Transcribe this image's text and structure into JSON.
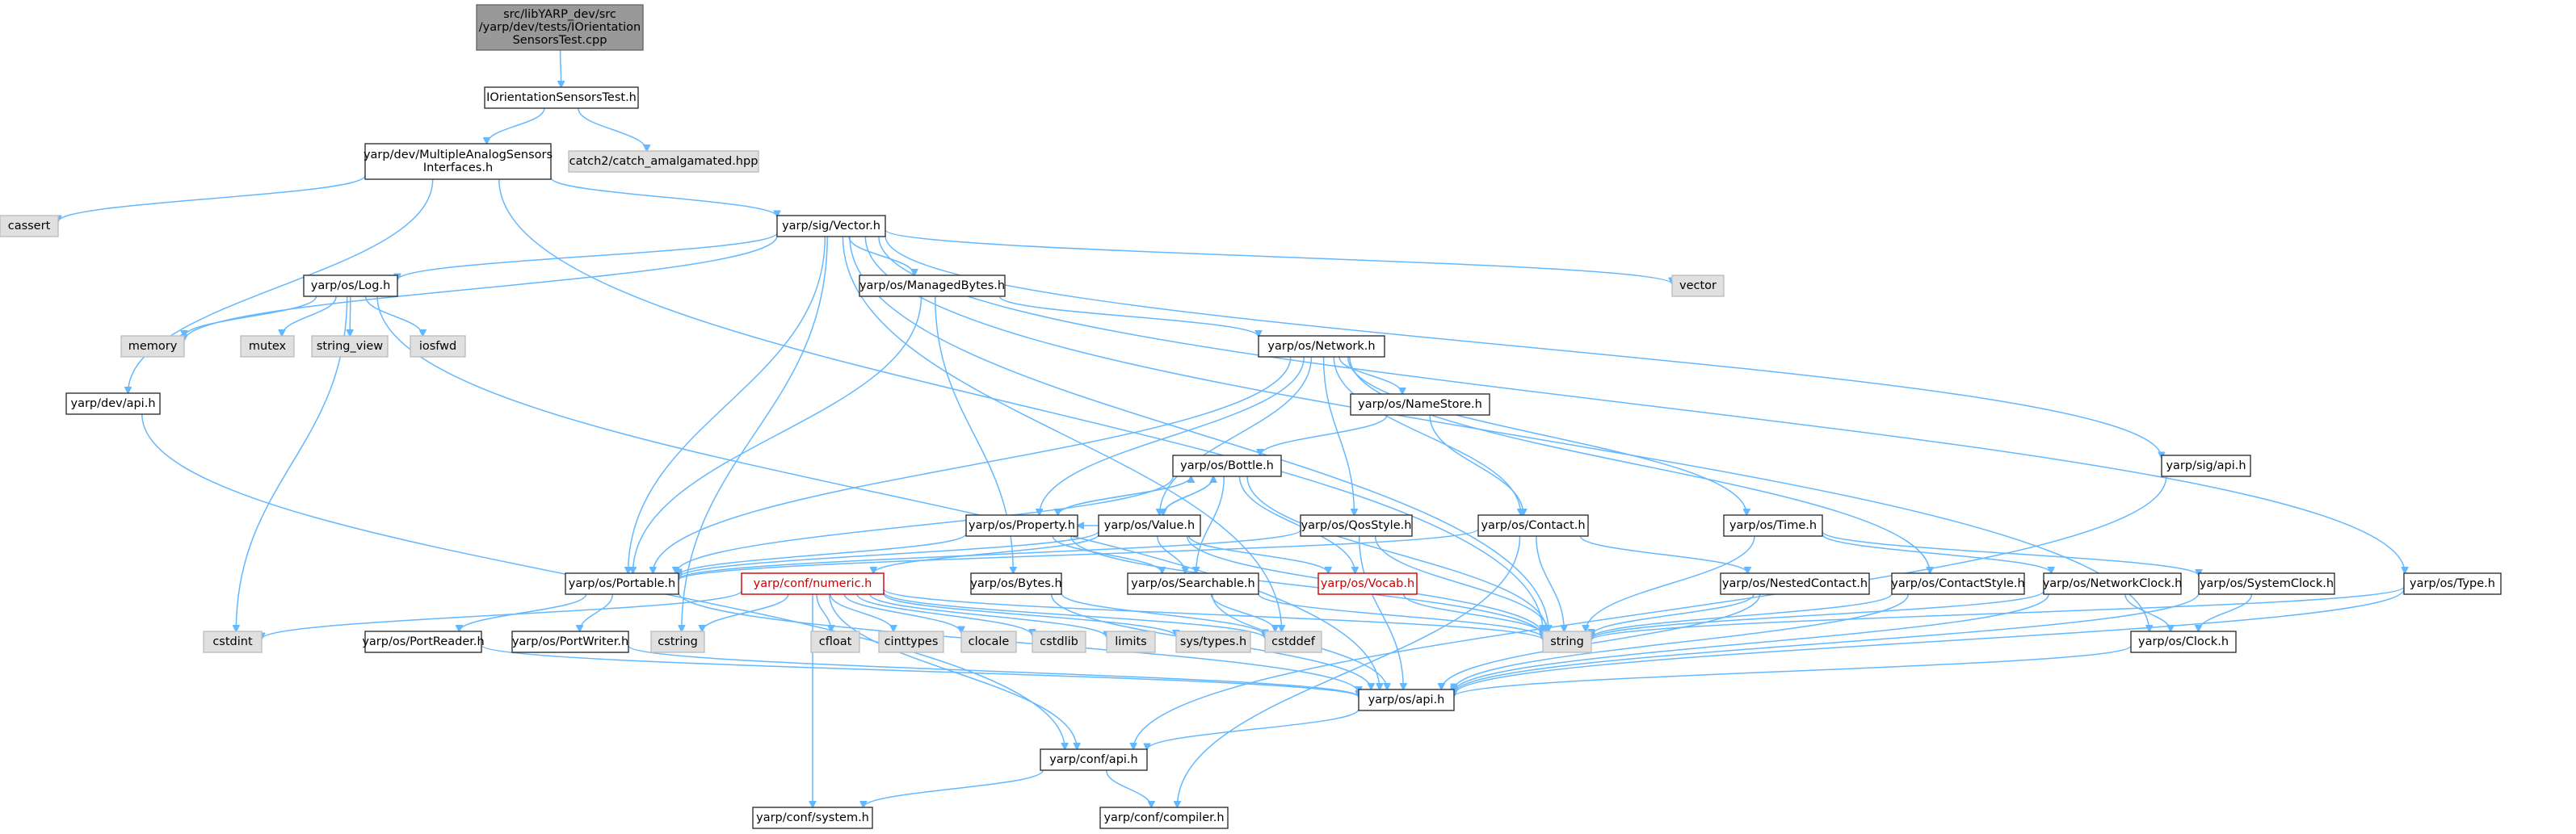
{
  "graph": {
    "colors": {
      "edge": "#63b8ff",
      "node_border": "#333333",
      "system_fill": "#e0e0e0",
      "root_fill": "#999999",
      "alert_text": "#cc0000"
    },
    "nodes": [
      {
        "id": "root",
        "kind": "root",
        "lines": [
          "src/libYARP_dev/src",
          "/yarp/dev/tests/IOrientation",
          "SensorsTest.cpp"
        ]
      },
      {
        "id": "iost",
        "kind": "normal",
        "lines": [
          "IOrientationSensorsTest.h"
        ]
      },
      {
        "id": "catch",
        "kind": "system",
        "lines": [
          "catch2/catch_amalgamated.hpp"
        ]
      },
      {
        "id": "masi",
        "kind": "normal",
        "lines": [
          "yarp/dev/MultipleAnalogSensors",
          "Interfaces.h"
        ]
      },
      {
        "id": "cassert",
        "kind": "system",
        "lines": [
          "cassert"
        ]
      },
      {
        "id": "vector_h",
        "kind": "normal",
        "lines": [
          "yarp/sig/Vector.h"
        ]
      },
      {
        "id": "devapi",
        "kind": "normal",
        "lines": [
          "yarp/dev/api.h"
        ]
      },
      {
        "id": "log",
        "kind": "normal",
        "lines": [
          "yarp/os/Log.h"
        ]
      },
      {
        "id": "memory",
        "kind": "system",
        "lines": [
          "memory"
        ]
      },
      {
        "id": "mutex",
        "kind": "system",
        "lines": [
          "mutex"
        ]
      },
      {
        "id": "string_view",
        "kind": "system",
        "lines": [
          "string_view"
        ]
      },
      {
        "id": "iosfwd",
        "kind": "system",
        "lines": [
          "iosfwd"
        ]
      },
      {
        "id": "managed",
        "kind": "normal",
        "lines": [
          "yarp/os/ManagedBytes.h"
        ]
      },
      {
        "id": "vector",
        "kind": "system",
        "lines": [
          "vector"
        ]
      },
      {
        "id": "sigapi",
        "kind": "normal",
        "lines": [
          "yarp/sig/api.h"
        ]
      },
      {
        "id": "network",
        "kind": "normal",
        "lines": [
          "yarp/os/Network.h"
        ]
      },
      {
        "id": "namestore",
        "kind": "normal",
        "lines": [
          "yarp/os/NameStore.h"
        ]
      },
      {
        "id": "bottle",
        "kind": "normal",
        "lines": [
          "yarp/os/Bottle.h"
        ]
      },
      {
        "id": "property",
        "kind": "normal",
        "lines": [
          "yarp/os/Property.h"
        ]
      },
      {
        "id": "value",
        "kind": "normal",
        "lines": [
          "yarp/os/Value.h"
        ]
      },
      {
        "id": "qos",
        "kind": "normal",
        "lines": [
          "yarp/os/QosStyle.h"
        ]
      },
      {
        "id": "contact",
        "kind": "normal",
        "lines": [
          "yarp/os/Contact.h"
        ]
      },
      {
        "id": "time",
        "kind": "normal",
        "lines": [
          "yarp/os/Time.h"
        ]
      },
      {
        "id": "portable",
        "kind": "normal",
        "lines": [
          "yarp/os/Portable.h"
        ]
      },
      {
        "id": "numeric",
        "kind": "alert",
        "lines": [
          "yarp/conf/numeric.h"
        ]
      },
      {
        "id": "bytes",
        "kind": "normal",
        "lines": [
          "yarp/os/Bytes.h"
        ]
      },
      {
        "id": "searchable",
        "kind": "normal",
        "lines": [
          "yarp/os/Searchable.h"
        ]
      },
      {
        "id": "vocab",
        "kind": "alert",
        "lines": [
          "yarp/os/Vocab.h"
        ]
      },
      {
        "id": "nestedcontact",
        "kind": "normal",
        "lines": [
          "yarp/os/NestedContact.h"
        ]
      },
      {
        "id": "contactstyle",
        "kind": "normal",
        "lines": [
          "yarp/os/ContactStyle.h"
        ]
      },
      {
        "id": "networkclock",
        "kind": "normal",
        "lines": [
          "yarp/os/NetworkClock.h"
        ]
      },
      {
        "id": "systemclock",
        "kind": "normal",
        "lines": [
          "yarp/os/SystemClock.h"
        ]
      },
      {
        "id": "type",
        "kind": "normal",
        "lines": [
          "yarp/os/Type.h"
        ]
      },
      {
        "id": "cstdint",
        "kind": "system",
        "lines": [
          "cstdint"
        ]
      },
      {
        "id": "portreader",
        "kind": "normal",
        "lines": [
          "yarp/os/PortReader.h"
        ]
      },
      {
        "id": "portwriter",
        "kind": "normal",
        "lines": [
          "yarp/os/PortWriter.h"
        ]
      },
      {
        "id": "cstring",
        "kind": "system",
        "lines": [
          "cstring"
        ]
      },
      {
        "id": "cfloat",
        "kind": "system",
        "lines": [
          "cfloat"
        ]
      },
      {
        "id": "cinttypes",
        "kind": "system",
        "lines": [
          "cinttypes"
        ]
      },
      {
        "id": "clocale",
        "kind": "system",
        "lines": [
          "clocale"
        ]
      },
      {
        "id": "cstdlib",
        "kind": "system",
        "lines": [
          "cstdlib"
        ]
      },
      {
        "id": "limits",
        "kind": "system",
        "lines": [
          "limits"
        ]
      },
      {
        "id": "systypes",
        "kind": "system",
        "lines": [
          "sys/types.h"
        ]
      },
      {
        "id": "cstddef",
        "kind": "system",
        "lines": [
          "cstddef"
        ]
      },
      {
        "id": "string",
        "kind": "system",
        "lines": [
          "string"
        ]
      },
      {
        "id": "clock",
        "kind": "normal",
        "lines": [
          "yarp/os/Clock.h"
        ]
      },
      {
        "id": "osapi",
        "kind": "normal",
        "lines": [
          "yarp/os/api.h"
        ]
      },
      {
        "id": "confapi",
        "kind": "normal",
        "lines": [
          "yarp/conf/api.h"
        ]
      },
      {
        "id": "system",
        "kind": "normal",
        "lines": [
          "yarp/conf/system.h"
        ]
      },
      {
        "id": "compiler",
        "kind": "normal",
        "lines": [
          "yarp/conf/compiler.h"
        ]
      }
    ],
    "edges": [
      [
        "root",
        "iost"
      ],
      [
        "iost",
        "masi"
      ],
      [
        "iost",
        "catch"
      ],
      [
        "masi",
        "cassert"
      ],
      [
        "masi",
        "vector_h"
      ],
      [
        "masi",
        "devapi"
      ],
      [
        "masi",
        "string"
      ],
      [
        "devapi",
        "confapi"
      ],
      [
        "vector_h",
        "log"
      ],
      [
        "vector_h",
        "memory"
      ],
      [
        "vector_h",
        "managed"
      ],
      [
        "vector_h",
        "vector"
      ],
      [
        "vector_h",
        "sigapi"
      ],
      [
        "vector_h",
        "portable"
      ],
      [
        "vector_h",
        "string"
      ],
      [
        "vector_h",
        "cstring"
      ],
      [
        "vector_h",
        "cstddef"
      ],
      [
        "vector_h",
        "type"
      ],
      [
        "vector_h",
        "clock"
      ],
      [
        "log",
        "memory"
      ],
      [
        "log",
        "mutex"
      ],
      [
        "log",
        "string_view"
      ],
      [
        "log",
        "iosfwd"
      ],
      [
        "log",
        "cstdint"
      ],
      [
        "log",
        "osapi"
      ],
      [
        "managed",
        "network"
      ],
      [
        "managed",
        "portable"
      ],
      [
        "managed",
        "bytes"
      ],
      [
        "sigapi",
        "confapi"
      ],
      [
        "network",
        "namestore"
      ],
      [
        "network",
        "property"
      ],
      [
        "network",
        "value"
      ],
      [
        "network",
        "qos"
      ],
      [
        "network",
        "contact"
      ],
      [
        "network",
        "time"
      ],
      [
        "network",
        "portable"
      ],
      [
        "network",
        "contactstyle"
      ],
      [
        "namestore",
        "bottle"
      ],
      [
        "namestore",
        "contact"
      ],
      [
        "bottle",
        "property"
      ],
      [
        "bottle",
        "value"
      ],
      [
        "bottle",
        "portable"
      ],
      [
        "bottle",
        "searchable"
      ],
      [
        "bottle",
        "vocab"
      ],
      [
        "bottle",
        "string"
      ],
      [
        "property",
        "bottle"
      ],
      [
        "property",
        "portable"
      ],
      [
        "property",
        "searchable"
      ],
      [
        "property",
        "string"
      ],
      [
        "value",
        "bottle"
      ],
      [
        "value",
        "property"
      ],
      [
        "value",
        "portable"
      ],
      [
        "value",
        "searchable"
      ],
      [
        "value",
        "vocab"
      ],
      [
        "value",
        "numeric"
      ],
      [
        "value",
        "string"
      ],
      [
        "qos",
        "portable"
      ],
      [
        "qos",
        "string"
      ],
      [
        "qos",
        "osapi"
      ],
      [
        "contact",
        "nestedcontact"
      ],
      [
        "contact",
        "string"
      ],
      [
        "contact",
        "portable"
      ],
      [
        "contact",
        "compiler"
      ],
      [
        "time",
        "networkclock"
      ],
      [
        "time",
        "systemclock"
      ],
      [
        "time",
        "string"
      ],
      [
        "portable",
        "portreader"
      ],
      [
        "portable",
        "portwriter"
      ],
      [
        "portable",
        "osapi"
      ],
      [
        "numeric",
        "cstdint"
      ],
      [
        "numeric",
        "cstring"
      ],
      [
        "numeric",
        "cfloat"
      ],
      [
        "numeric",
        "cinttypes"
      ],
      [
        "numeric",
        "clocale"
      ],
      [
        "numeric",
        "cstdlib"
      ],
      [
        "numeric",
        "limits"
      ],
      [
        "numeric",
        "string"
      ],
      [
        "numeric",
        "systypes"
      ],
      [
        "numeric",
        "cstddef"
      ],
      [
        "numeric",
        "confapi"
      ],
      [
        "numeric",
        "system"
      ],
      [
        "bytes",
        "cstddef"
      ],
      [
        "bytes",
        "osapi"
      ],
      [
        "searchable",
        "string"
      ],
      [
        "searchable",
        "cstddef"
      ],
      [
        "searchable",
        "osapi"
      ],
      [
        "vocab",
        "string"
      ],
      [
        "nestedcontact",
        "string"
      ],
      [
        "nestedcontact",
        "osapi"
      ],
      [
        "contactstyle",
        "string"
      ],
      [
        "contactstyle",
        "osapi"
      ],
      [
        "networkclock",
        "clock"
      ],
      [
        "networkclock",
        "osapi"
      ],
      [
        "networkclock",
        "string"
      ],
      [
        "systemclock",
        "clock"
      ],
      [
        "systemclock",
        "osapi"
      ],
      [
        "type",
        "string"
      ],
      [
        "type",
        "osapi"
      ],
      [
        "portreader",
        "osapi"
      ],
      [
        "portwriter",
        "osapi"
      ],
      [
        "clock",
        "osapi"
      ],
      [
        "osapi",
        "confapi"
      ],
      [
        "confapi",
        "system"
      ],
      [
        "confapi",
        "compiler"
      ]
    ]
  }
}
